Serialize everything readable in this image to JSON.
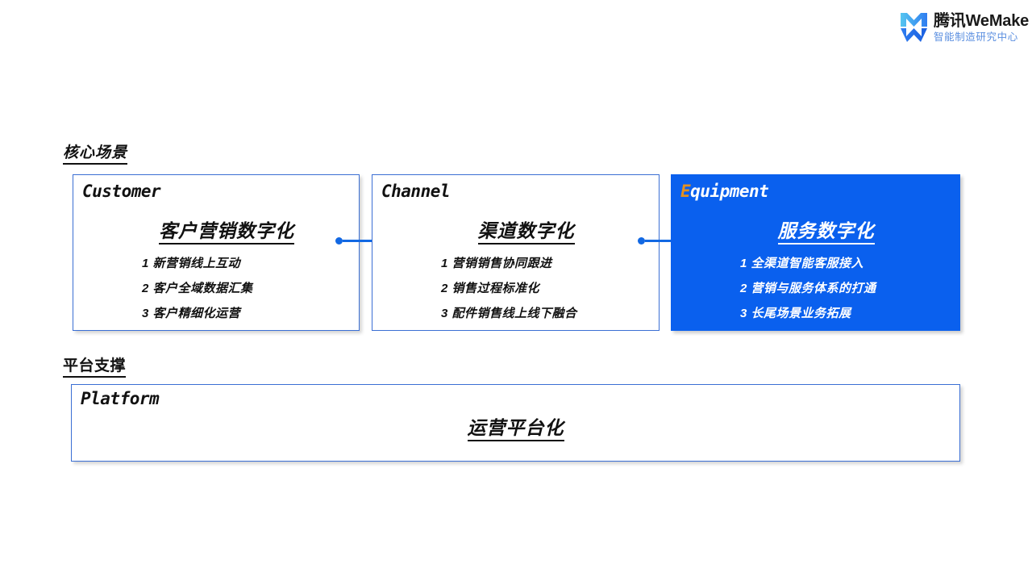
{
  "brand": {
    "logo_icon": "wemake-m-w-logo",
    "name": "腾讯WeMake",
    "subtitle": "智能制造研究中心",
    "mark_color_primary": "#2f7df0",
    "mark_color_secondary": "#56c6f0"
  },
  "sections": {
    "core": {
      "heading": "核心场景"
    },
    "platform": {
      "heading": "平台支撑"
    }
  },
  "cards": [
    {
      "kicker": "Customer",
      "kicker_accent": "",
      "kicker_rest": "Customer",
      "title": "客户营销数字化",
      "items": [
        "1 新营销线上互动",
        "2 客户全域数据汇集",
        "3 客户精细化运营"
      ],
      "theme": "light"
    },
    {
      "kicker": "Channel",
      "kicker_accent": "",
      "kicker_rest": "Channel",
      "title": "渠道数字化",
      "items": [
        "1 营销销售协同跟进",
        "2 销售过程标准化",
        "3 配件销售线上线下融合"
      ],
      "theme": "light"
    },
    {
      "kicker": "Equipment",
      "kicker_accent": "E",
      "kicker_rest": "quipment",
      "title": "服务数字化",
      "items": [
        "1 全渠道智能客服接入",
        "2 营销与服务体系的打通",
        "3 长尾场景业务拓展"
      ],
      "theme": "blue"
    }
  ],
  "platform_box": {
    "kicker": "Platform",
    "title": "运营平台化"
  },
  "colors": {
    "accent_blue": "#0a60ee",
    "border_blue": "#3b6fd4",
    "connector_blue": "#1268e3",
    "accent_orange": "#e5901e",
    "text_dark": "#111111",
    "brand_sub_blue": "#5b8fe0"
  }
}
